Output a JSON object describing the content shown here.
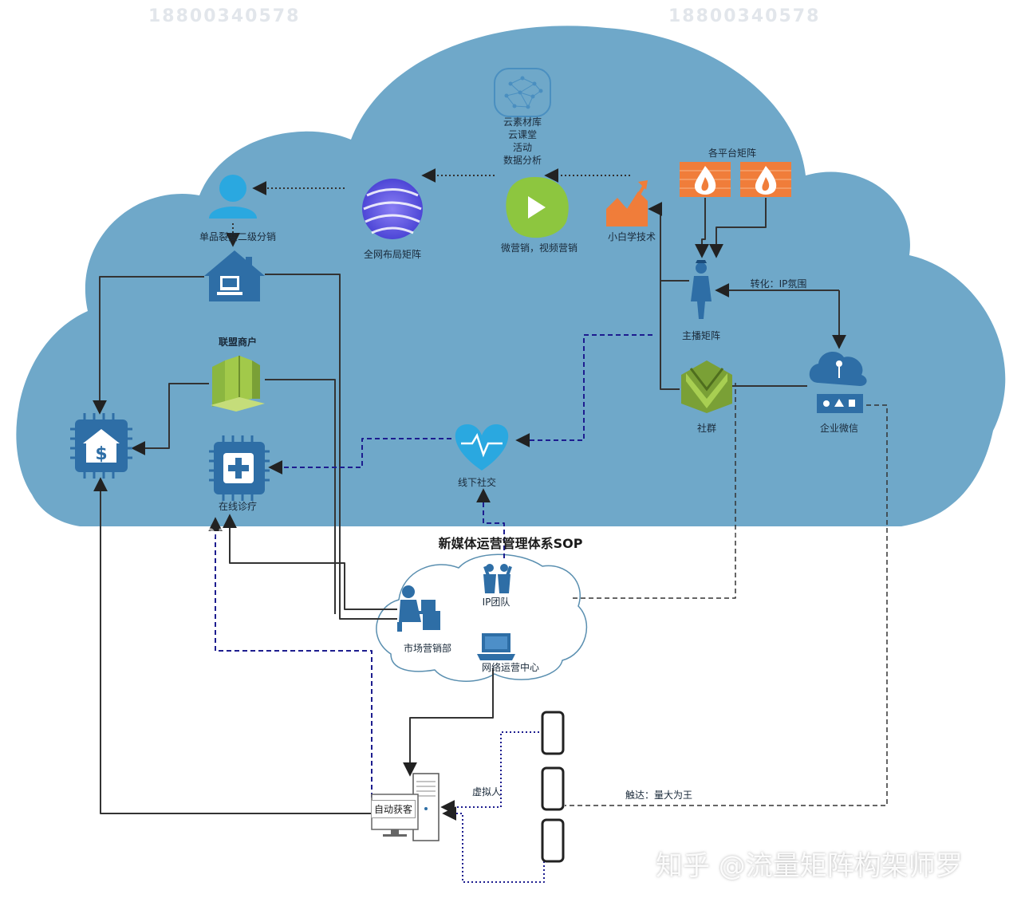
{
  "diagram": {
    "title": "新媒体运营管理体系SOP",
    "watermark": "18800340578",
    "brand": "知乎 @流量矩阵构架师罗",
    "colors": {
      "cloud": "#6fa8c9",
      "icon_blue": "#2e6ea6",
      "dark_blue_dash": "#1d1d8f",
      "line": "#333333",
      "orange": "#f07d3a",
      "green": "#8dc63f",
      "sky": "#2aa8e0"
    },
    "nodes": {
      "cloud_library": {
        "lines": [
          "云素材库",
          "云课堂",
          "活动",
          "数据分析"
        ],
        "icon": "neural-network-icon"
      },
      "single_product": {
        "label": "单品裂变二级分销",
        "icon": "person-icon"
      },
      "network_matrix": {
        "label": "全网布局矩阵",
        "icon": "globe-icon"
      },
      "micro_marketing": {
        "label": "微营销，视频营销",
        "icon": "play-icon"
      },
      "tech": {
        "label": "小白学技术",
        "icon": "growth-chart-icon"
      },
      "platform_matrix": {
        "label": "各平台矩阵",
        "icon": "firewall-icon"
      },
      "anchor_matrix": {
        "label": "主播矩阵",
        "icon": "anchor-person-icon"
      },
      "conversion": {
        "label": "转化：IP氛围"
      },
      "home": {
        "label": "",
        "icon": "house-icon"
      },
      "alliance": {
        "label": "联盟商户",
        "icon": "buildings-icon"
      },
      "community": {
        "label": "社群",
        "icon": "community-icon"
      },
      "enterprise_wechat": {
        "label": "企业微信",
        "icon": "cloud-server-icon"
      },
      "offline_social": {
        "label": "线下社交",
        "icon": "heart-pulse-icon"
      },
      "payment": {
        "label": "",
        "icon": "payment-chip-icon"
      },
      "online_clinic": {
        "label": "在线诊疗",
        "icon": "medical-chip-icon"
      },
      "ip_team": {
        "label": "IP团队",
        "icon": "team-icon"
      },
      "marketing_dept": {
        "label": "市场营销部",
        "icon": "desk-worker-icon"
      },
      "ops_center": {
        "label": "网络运营中心",
        "icon": "laptop-icon"
      },
      "auto_acquire": {
        "label": "自动获客",
        "icon": "computer-icon"
      },
      "virtual_person": {
        "label": "虚拟人"
      },
      "reach": {
        "label": "触达：量大为王"
      }
    }
  }
}
